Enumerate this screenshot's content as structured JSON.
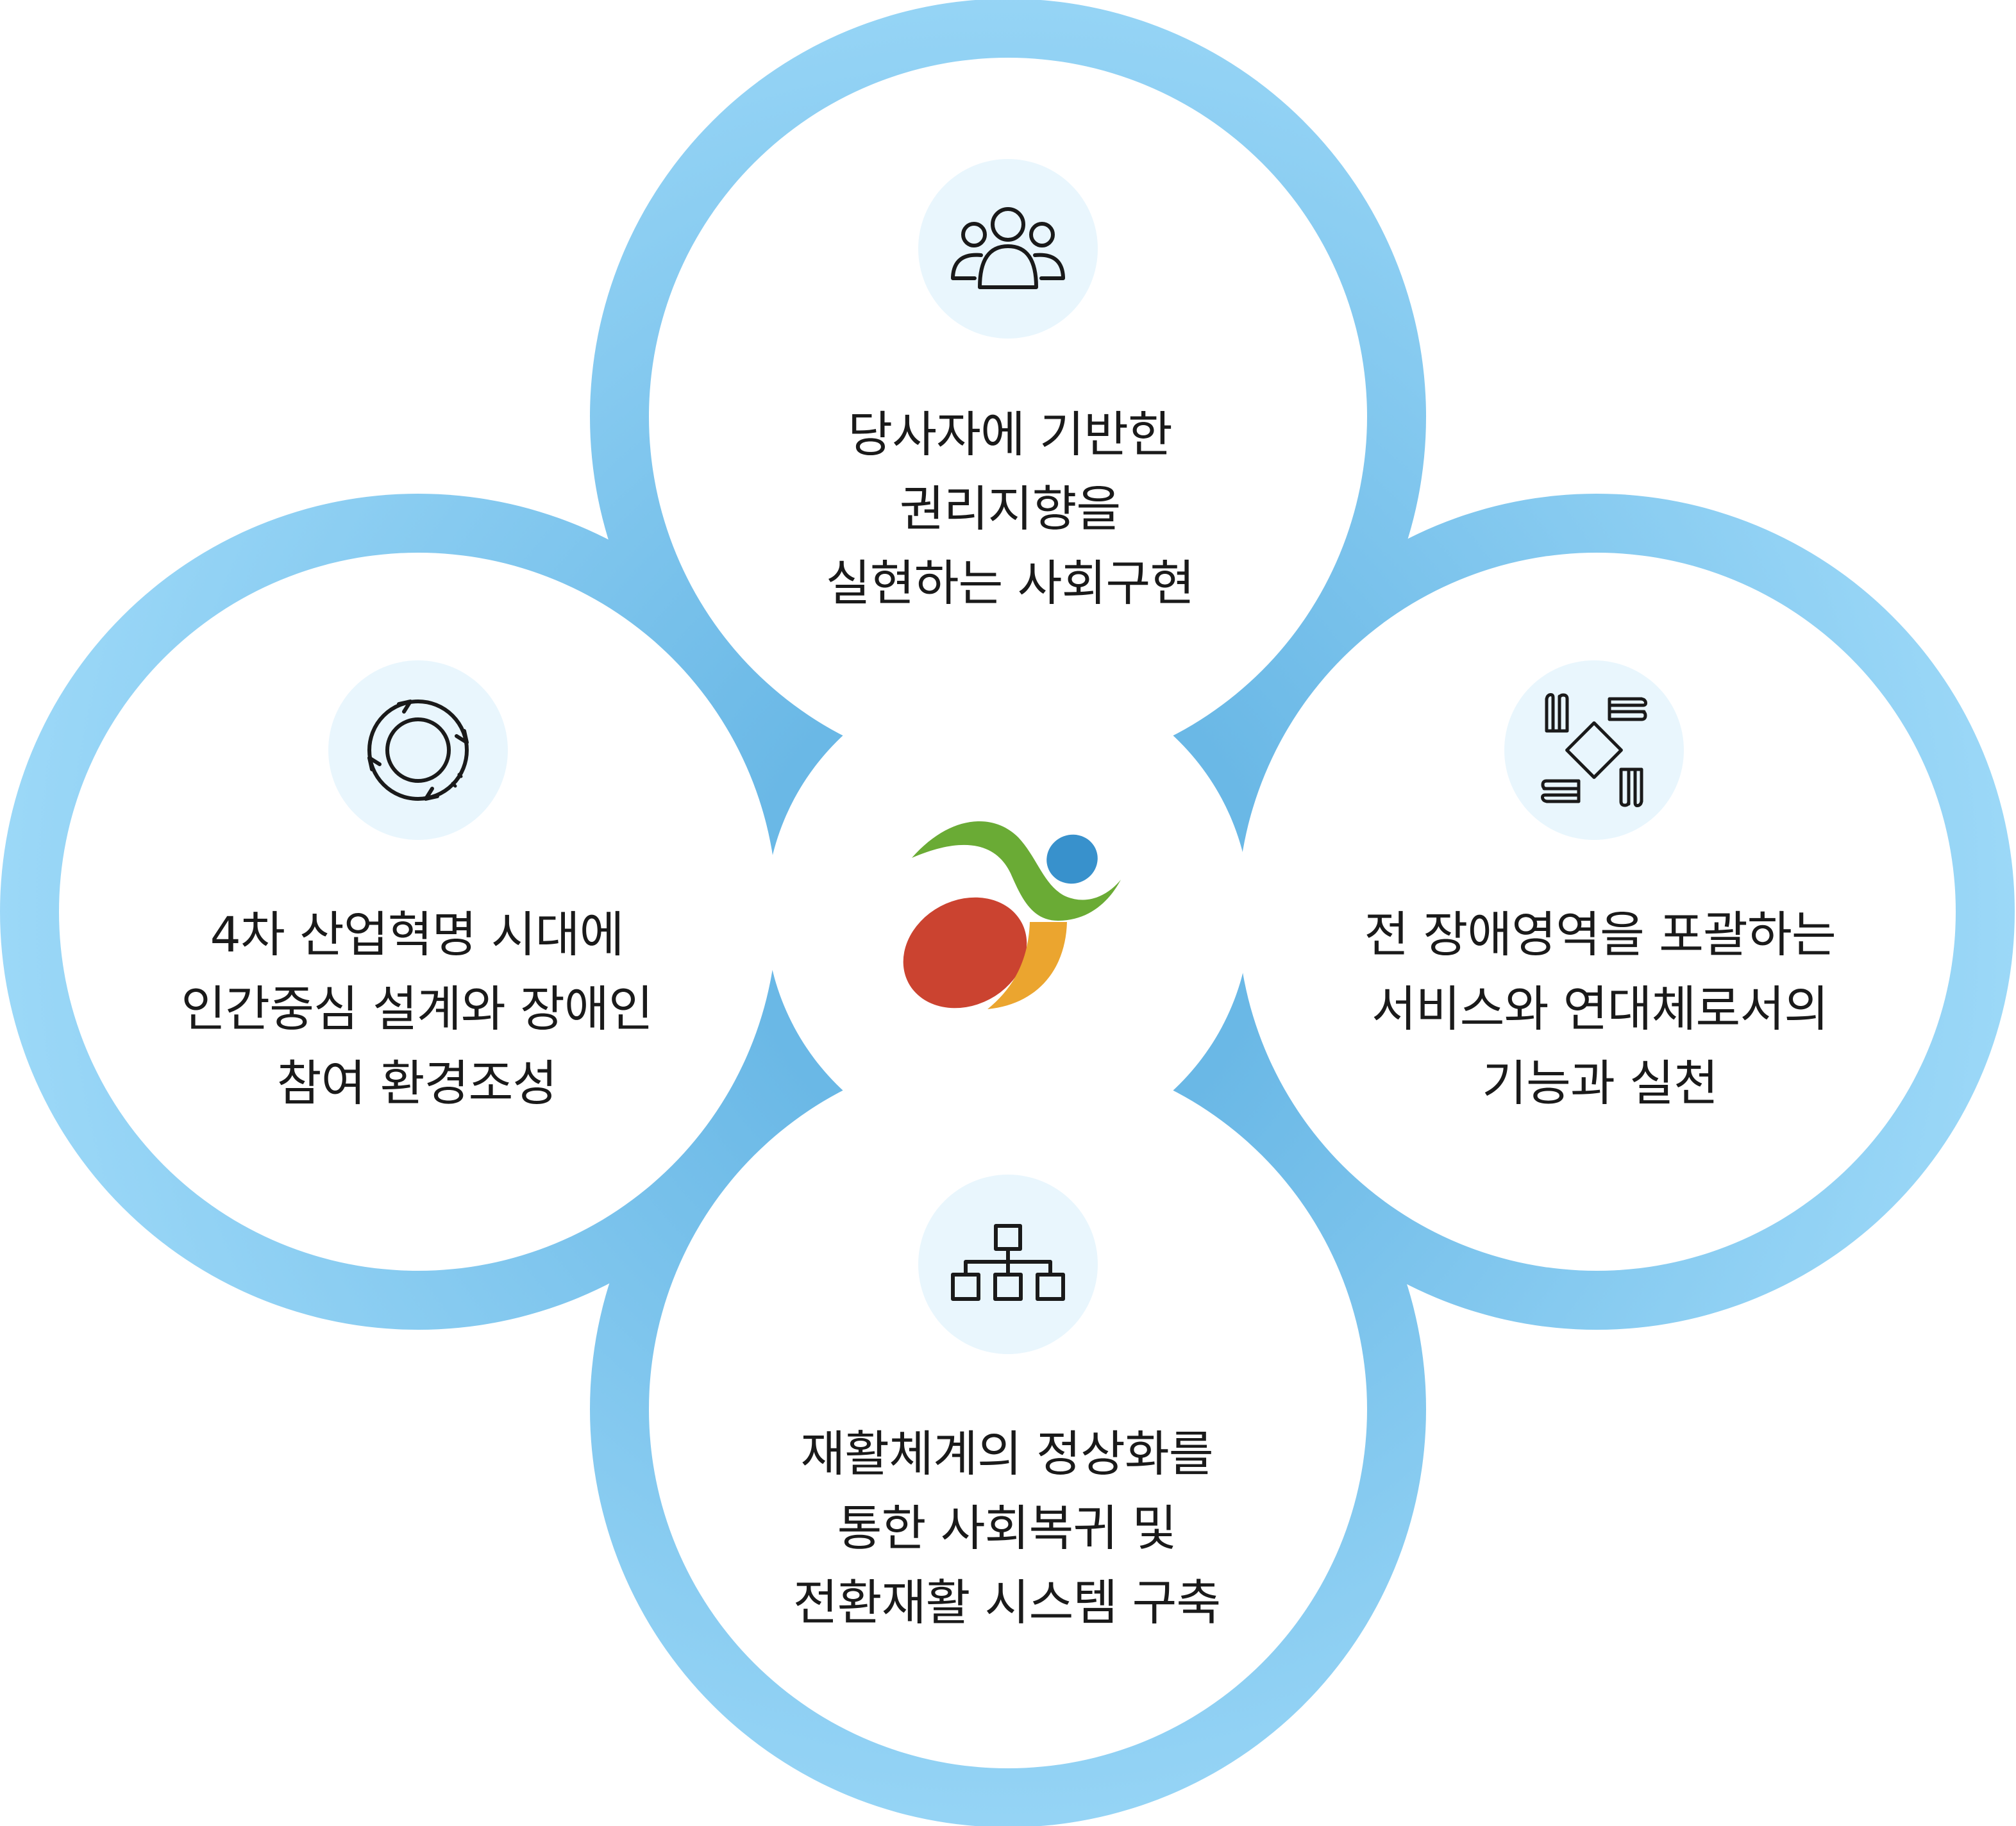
{
  "circles": {
    "top": {
      "icon": "people-group-icon",
      "lines": [
        "당사자에 기반한",
        "권리지향을",
        "실현하는 사회구현"
      ]
    },
    "left": {
      "icon": "circular-arrows-icon",
      "lines": [
        "4차 산업혁명 시대에",
        "인간중심 설계와 장애인",
        "참여 환경조성"
      ]
    },
    "right": {
      "icon": "joined-hands-icon",
      "lines": [
        "전 장애영역을 포괄하는",
        "서비스와 연대체로서의",
        "기능과 실천"
      ]
    },
    "bottom": {
      "icon": "hierarchy-chart-icon",
      "lines": [
        "재활체계의 정상화를",
        "통한 사회복귀 및",
        "전환재활 시스템 구축"
      ]
    }
  },
  "center": {
    "logo": "organization-logo-icon"
  },
  "colors": {
    "ring_light": "#9dd9f8",
    "ring_dark": "#6ab8e6",
    "icon_bg": "#e9f6fd",
    "icon_stroke": "#1a1a1a",
    "text": "#1a1a1a",
    "logo_green": "#6aab35",
    "logo_blue": "#3891cc",
    "logo_red": "#cb4330",
    "logo_orange": "#eba52f"
  }
}
